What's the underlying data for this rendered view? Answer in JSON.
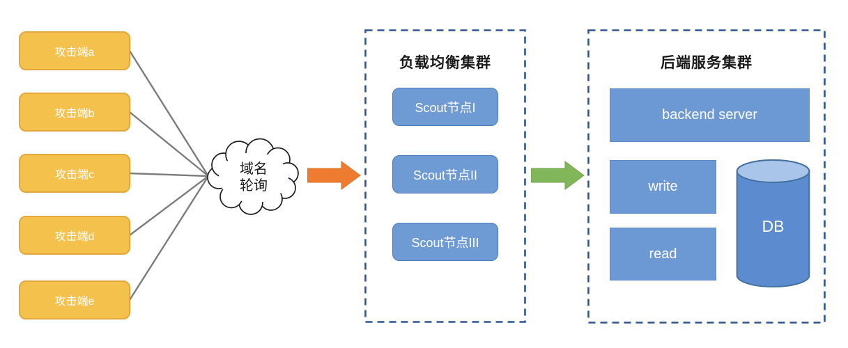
{
  "diagram": {
    "attackers": [
      "攻击端a",
      "攻击端b",
      "攻击端c",
      "攻击端d",
      "攻击端e"
    ],
    "cloud": {
      "line1": "域名",
      "line2": "轮询"
    },
    "lb_cluster": {
      "title": "负载均衡集群",
      "nodes": [
        "Scout节点I",
        "Scout节点II",
        "Scout节点III"
      ]
    },
    "backend_cluster": {
      "title": "后端服务集群",
      "server_label": "backend server",
      "write_label": "write",
      "read_label": "read",
      "db_label": "DB"
    },
    "colors": {
      "attacker_fill": "#F4C24C",
      "attacker_border": "#E2A83E",
      "node_fill": "#6F9BD4",
      "node_border": "#4E7DBE",
      "rect_fill": "#6C98D4",
      "dashed_border": "#2E5593",
      "connector_gray": "#7C7C7C",
      "orange_arrow": "#ED7C31",
      "green_arrow": "#81B75A",
      "cylinder_body": "#5C8BD0",
      "cylinder_top": "#A9C5E9",
      "cylinder_outline": "#44719F"
    }
  }
}
